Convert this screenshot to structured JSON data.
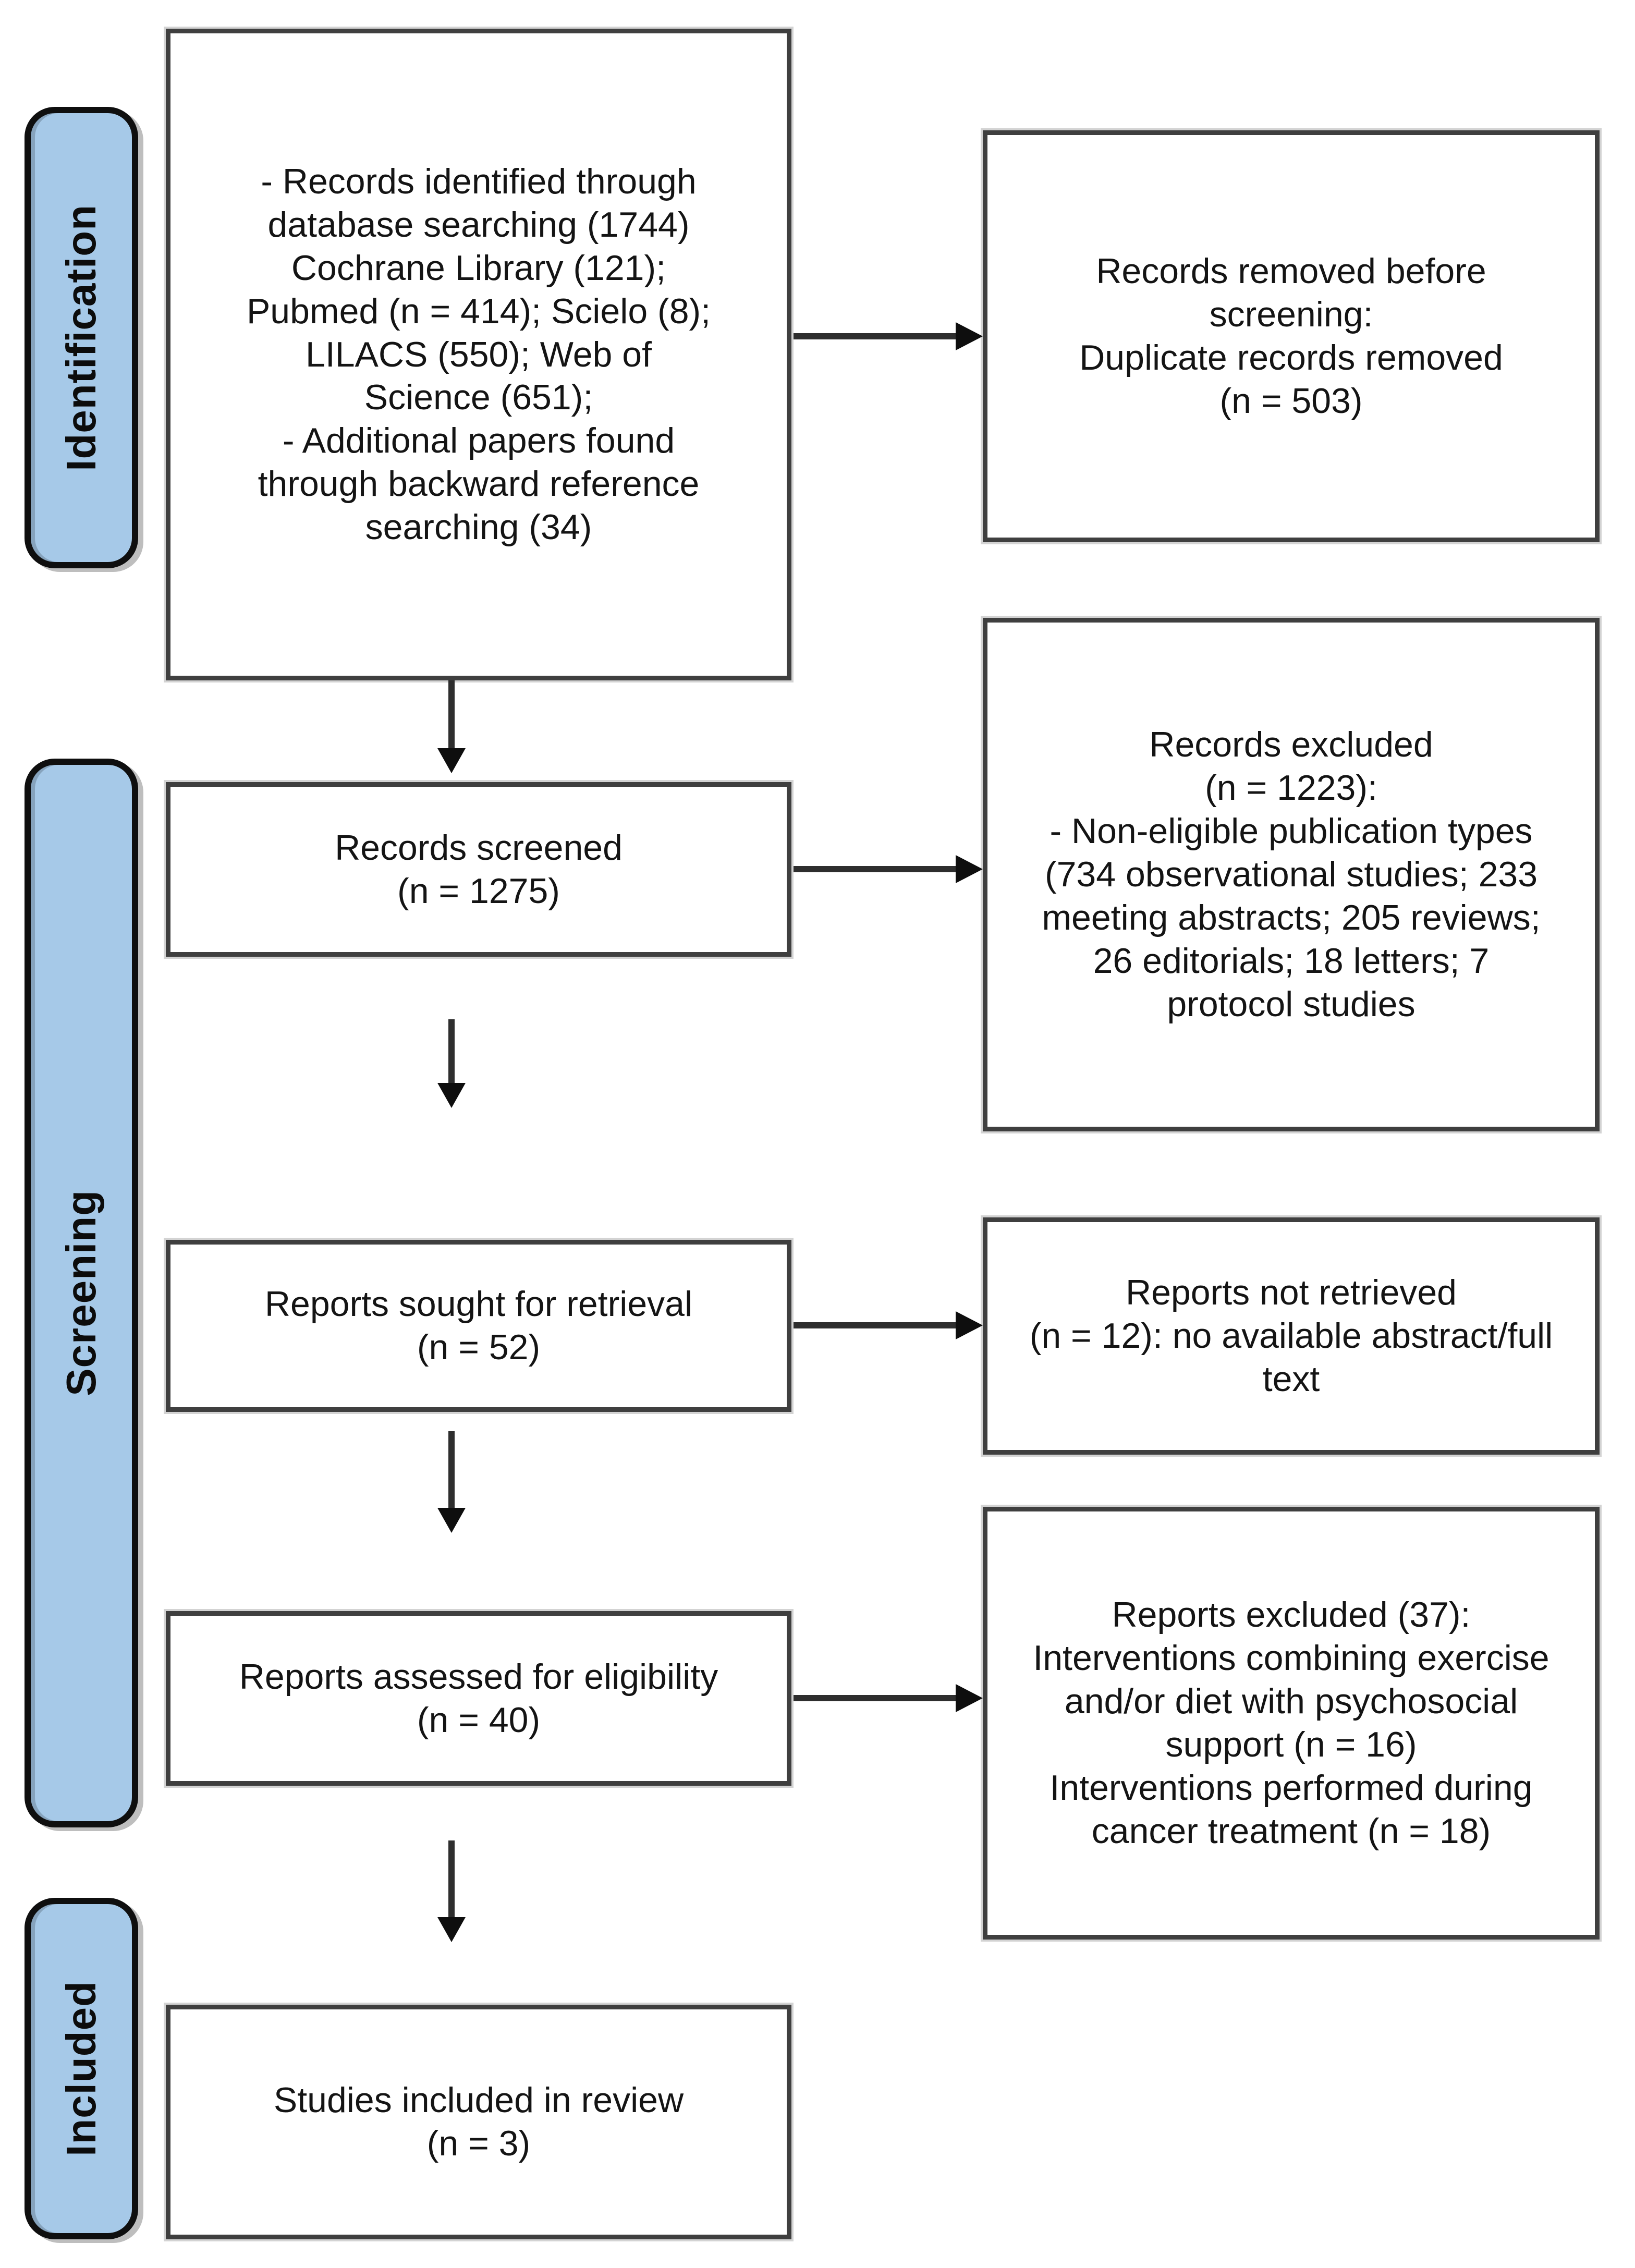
{
  "diagram": {
    "kind": "prisma-flow-diagram",
    "colors": {
      "stage_fill": "#A6C9E8",
      "stage_border": "#0F0F0F",
      "box_fill": "#FFFFFF",
      "box_border": "#3F3F3F",
      "arrow": "#1A1A1A",
      "text": "#141414",
      "background": "#FFFFFF"
    },
    "stages": [
      {
        "label": "Identification"
      },
      {
        "label": "Screening"
      },
      {
        "label": "Included"
      }
    ],
    "main_boxes": [
      {
        "text": "- Records identified through\ndatabase searching (1744)\nCochrane Library (121);\nPubmed (n = 414); Scielo (8);\nLILACS (550); Web of\nScience (651);\n- Additional papers found\nthrough backward reference\nsearching (34)"
      },
      {
        "text": "Records screened\n(n = 1275)"
      },
      {
        "text": "Reports sought for retrieval\n(n = 52)"
      },
      {
        "text": "Reports assessed for eligibility\n(n = 40)"
      },
      {
        "text": "Studies included in review\n(n = 3)"
      }
    ],
    "exclusion_boxes": [
      {
        "text": "Records removed before\nscreening:\nDuplicate records removed\n(n = 503)"
      },
      {
        "text": "Records excluded\n(n = 1223):\n- Non-eligible publication types\n(734 observational studies; 233\nmeeting abstracts; 205 reviews;\n26 editorials; 18 letters; 7\nprotocol studies"
      },
      {
        "text": "Reports not retrieved\n(n = 12): no available abstract/full\ntext"
      },
      {
        "text": "Reports excluded (37):\nInterventions combining exercise\nand/or diet with psychosocial\nsupport (n = 16)\nInterventions performed during\ncancer treatment (n = 18)"
      }
    ]
  }
}
